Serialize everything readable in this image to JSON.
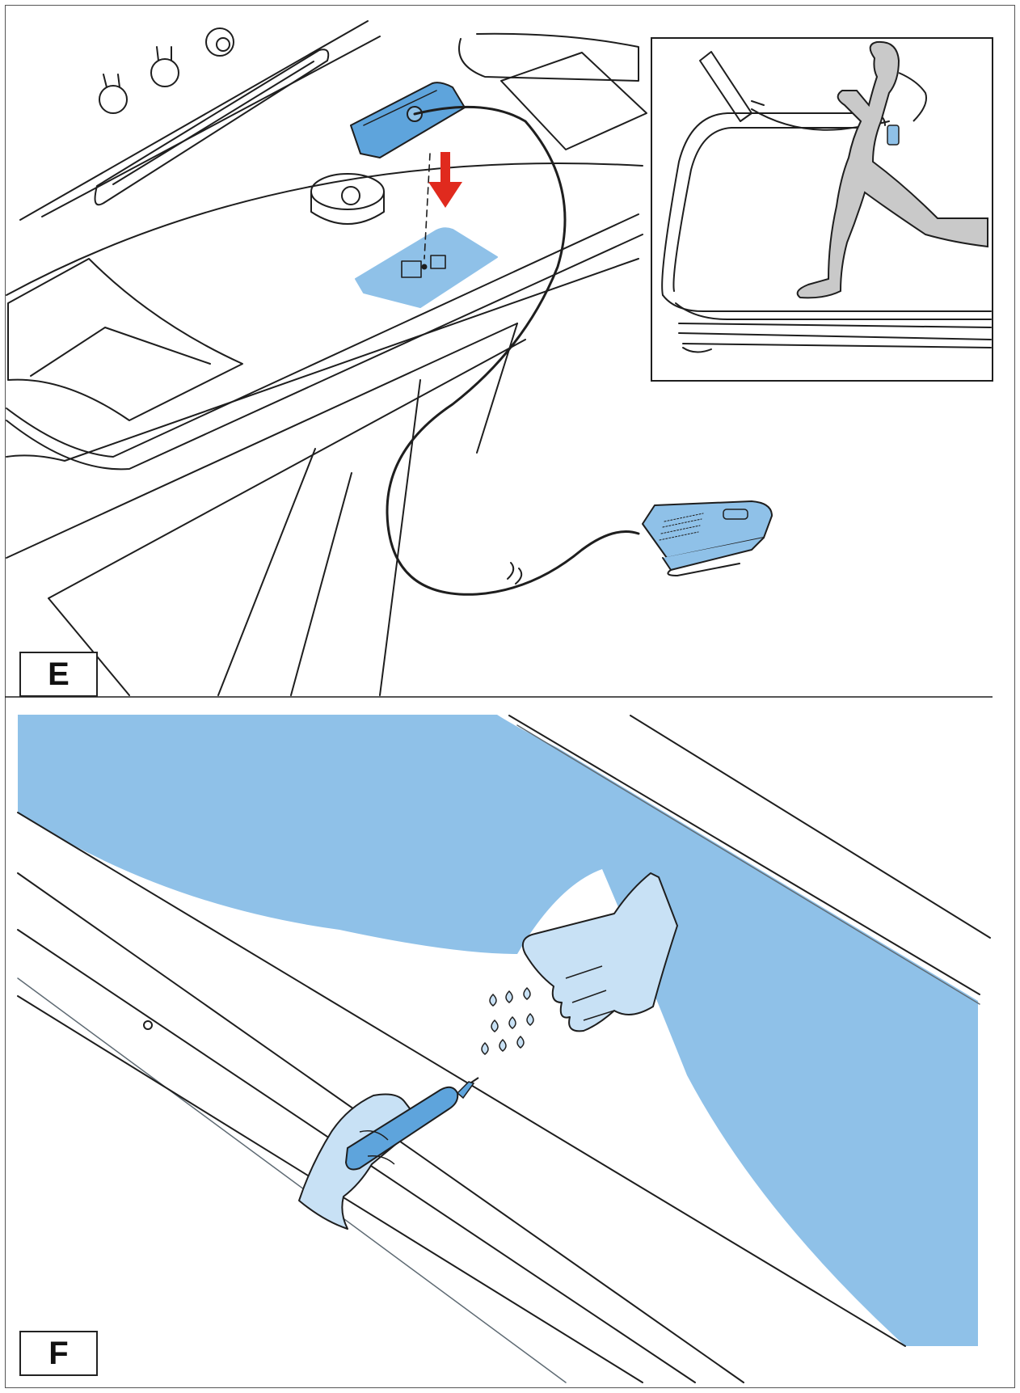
{
  "panels": [
    {
      "id": "E",
      "label": "E"
    },
    {
      "id": "F",
      "label": "F"
    }
  ],
  "colors": {
    "accent_blue": "#8fc1e8",
    "light_blue": "#c8e1f5",
    "mid_blue": "#5ea4dc",
    "arrow_red": "#e02a1e",
    "runner_gray": "#c9c9c9",
    "line": "#1e1e1e"
  }
}
